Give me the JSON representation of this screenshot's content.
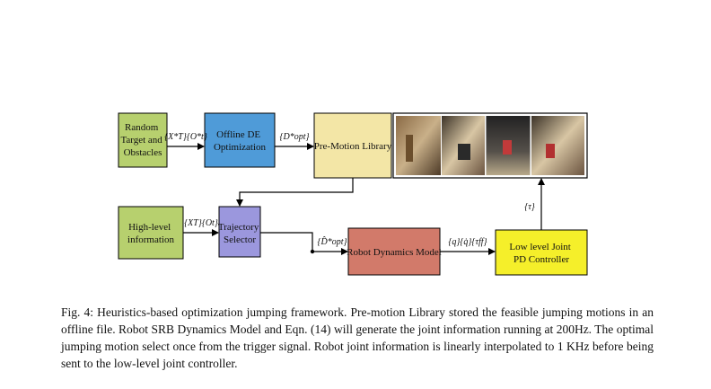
{
  "diagram": {
    "nodes": {
      "random_target": {
        "lines": [
          "Random",
          "Target and",
          "Obstacles"
        ],
        "color": "#b7d06e"
      },
      "offline_de": {
        "lines": [
          "Offline DE",
          "Optimization"
        ],
        "color": "#4f9bd8"
      },
      "premotion_library": {
        "lines": [
          "Pre-Motion Library"
        ],
        "color": "#f3e6a6"
      },
      "high_level": {
        "lines": [
          "High-level",
          "information"
        ],
        "color": "#b7d06e"
      },
      "trajectory_selector": {
        "lines": [
          "Trajectory",
          "Selector"
        ],
        "color": "#9b97dd"
      },
      "robot_dynamics": {
        "lines": [
          "Robot Dynamics Model"
        ],
        "color": "#d27a6a"
      },
      "pd_controller": {
        "lines": [
          "Low level Joint",
          "PD Controller"
        ],
        "color": "#f5ef2a"
      }
    },
    "edge_labels": {
      "targets_obstacles": "{X*T}{O*t}",
      "d_opt": "{D*opt}",
      "xt_ot": "{XT}{Ot}",
      "d_opt_hat": "{D̂*opt}",
      "q_qdot_tau": "{q}{q̇}{τff}",
      "tau": "{τ}"
    },
    "image_panels": [
      "robot-jump-frame-1",
      "robot-jump-frame-2",
      "robot-jump-frame-3",
      "robot-jump-frame-4",
      "robot-jump-frame-5",
      "robot-jump-frame-6"
    ]
  },
  "caption": "Fig. 4: Heuristics-based optimization jumping framework. Pre-motion Library stored the feasible jumping motions in an offline file. Robot SRB Dynamics Model and Eqn. (14) will generate the joint information running at 200Hz. The optimal jumping motion select once from the trigger signal. Robot joint information is linearly interpolated to 1 KHz before being sent to the low-level joint controller."
}
